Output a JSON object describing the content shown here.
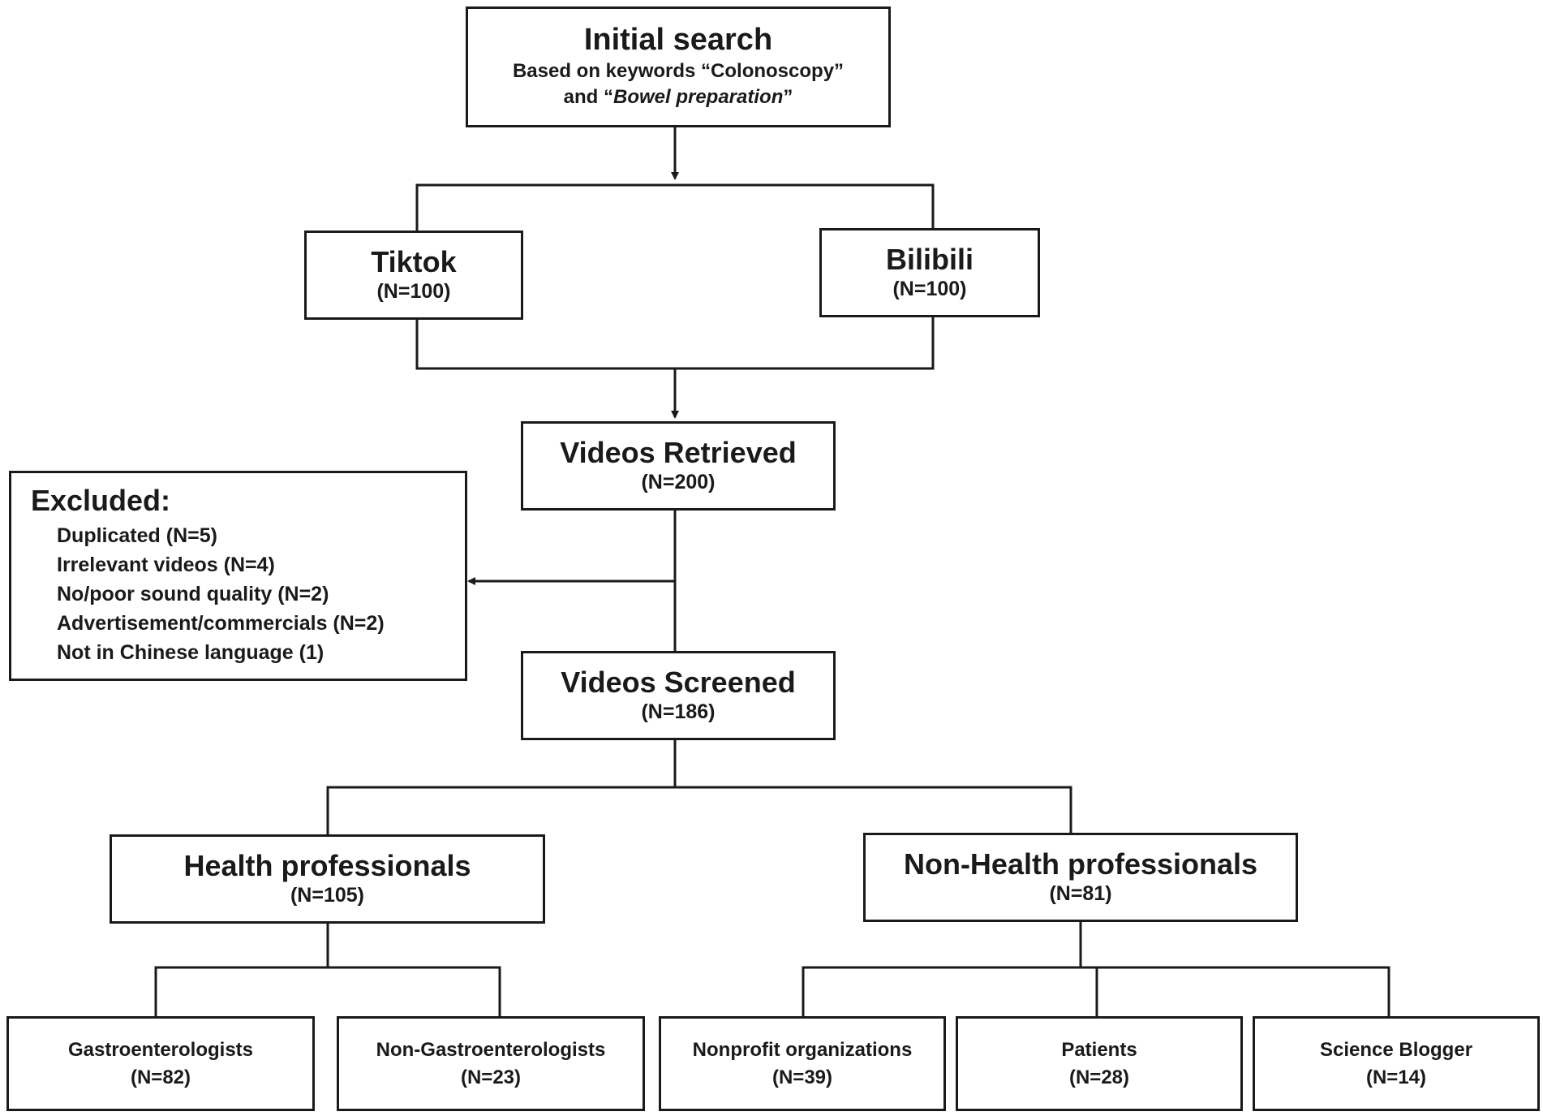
{
  "nodes": {
    "initial": {
      "title": "Initial search",
      "line1": "Based on keywords “Colonoscopy”",
      "line2_prefix": "and “",
      "line2_italic": "Bowel preparation",
      "line2_suffix": "”"
    },
    "tiktok": {
      "title": "Tiktok",
      "count": "(N=100)"
    },
    "bilibili": {
      "title": "Bilibili",
      "count": "(N=100)"
    },
    "retrieved": {
      "title": "Videos Retrieved",
      "count": "(N=200)"
    },
    "excluded": {
      "title": "Excluded:",
      "items": [
        "Duplicated (N=5)",
        "Irrelevant videos (N=4)",
        "No/poor sound quality (N=2)",
        "Advertisement/commercials (N=2)",
        "Not in Chinese language (1)"
      ]
    },
    "screened": {
      "title": "Videos Screened",
      "count": "(N=186)"
    },
    "health": {
      "title": "Health professionals",
      "count": "(N=105)"
    },
    "nonhealth": {
      "title": "Non-Health professionals",
      "count": "(N=81)"
    },
    "gastro": {
      "title": "Gastroenterologists",
      "count": "(N=82)"
    },
    "nongastro": {
      "title": "Non-Gastroenterologists",
      "count": "(N=23)"
    },
    "nonprofit": {
      "title": "Nonprofit organizations",
      "count": "(N=39)"
    },
    "patients": {
      "title": "Patients",
      "count": "(N=28)"
    },
    "blogger": {
      "title": "Science Blogger",
      "count": "(N=14)"
    }
  },
  "colors": {
    "stroke": "#1a1a1a",
    "background": "#ffffff"
  }
}
